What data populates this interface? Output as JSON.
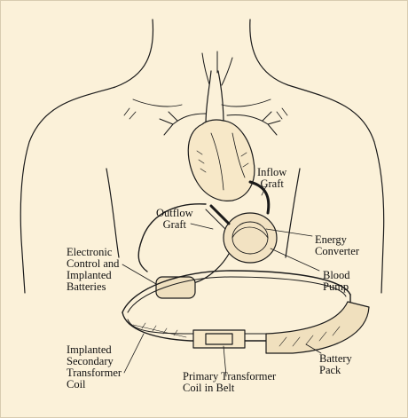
{
  "diagram": {
    "labels": {
      "inflow_graft": "Inflow\nGraft",
      "outflow_graft": "Outflow\nGraft",
      "energy_converter": "Energy\nConverter",
      "electronic_control": "Electronic\nControl and\nImplanted\nBatteries",
      "blood_pump": "Blood\nPump",
      "implanted_coil": "Implanted\nSecondary\nTransformer\nCoil",
      "primary_transformer": "Primary Transformer\nCoil in Belt",
      "battery_pack": "Battery\nPack"
    }
  }
}
